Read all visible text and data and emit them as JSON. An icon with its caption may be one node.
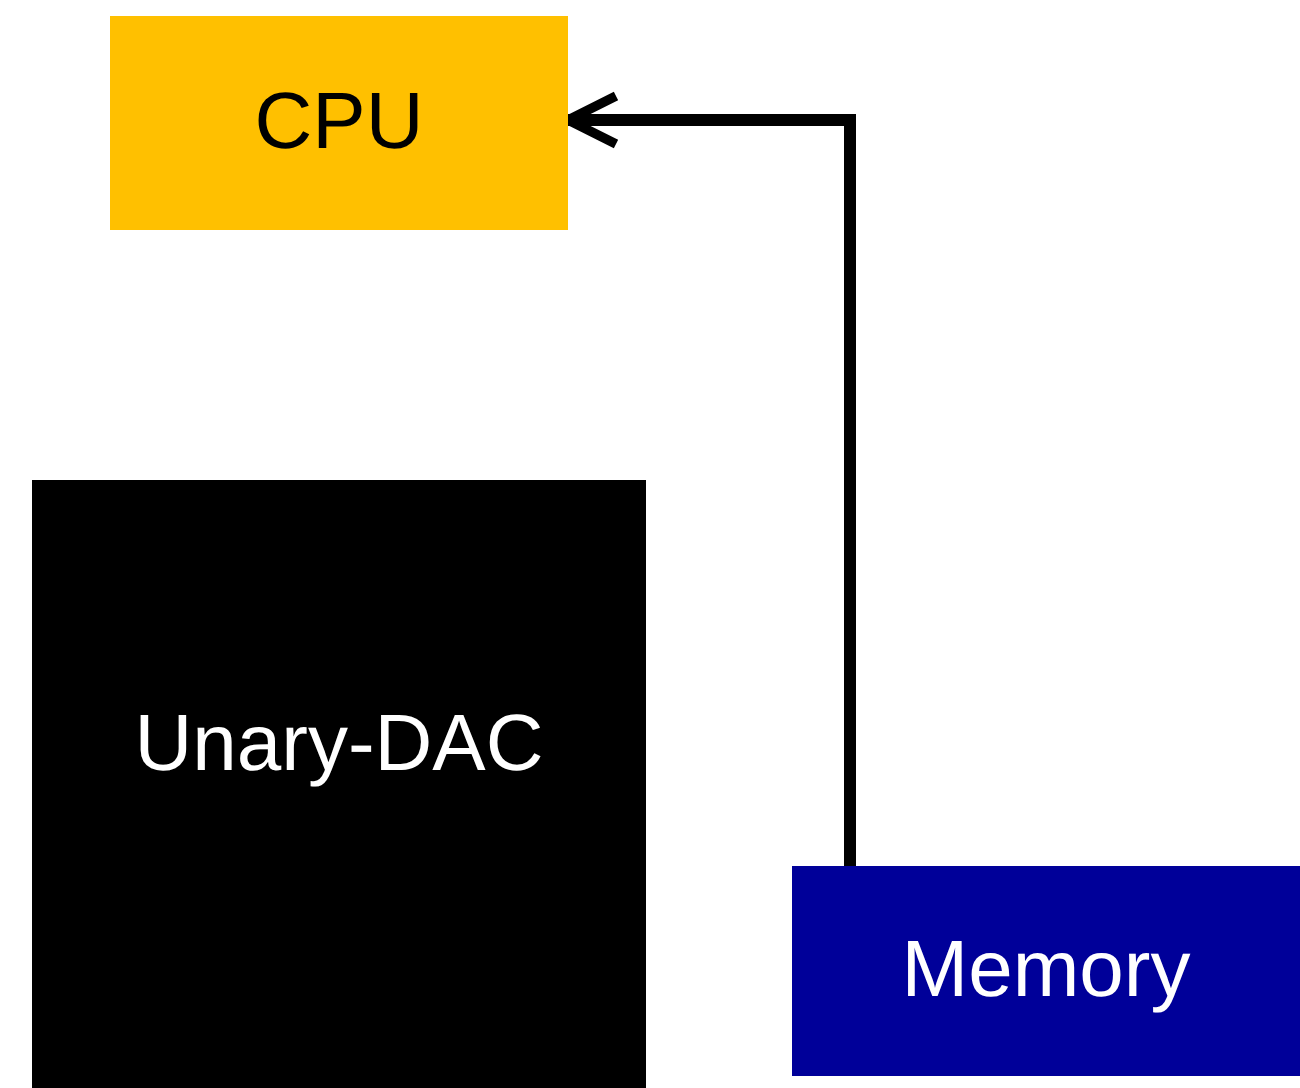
{
  "diagram": {
    "nodes": [
      {
        "text": [
          "CPU"
        ]
      },
      {
        "text": [
          "Unary-DAC"
        ]
      },
      {
        "text": [
          "Memory"
        ]
      }
    ],
    "edges": [
      {
        "from": 2,
        "to": 0,
        "arrow": "to"
      }
    ]
  }
}
